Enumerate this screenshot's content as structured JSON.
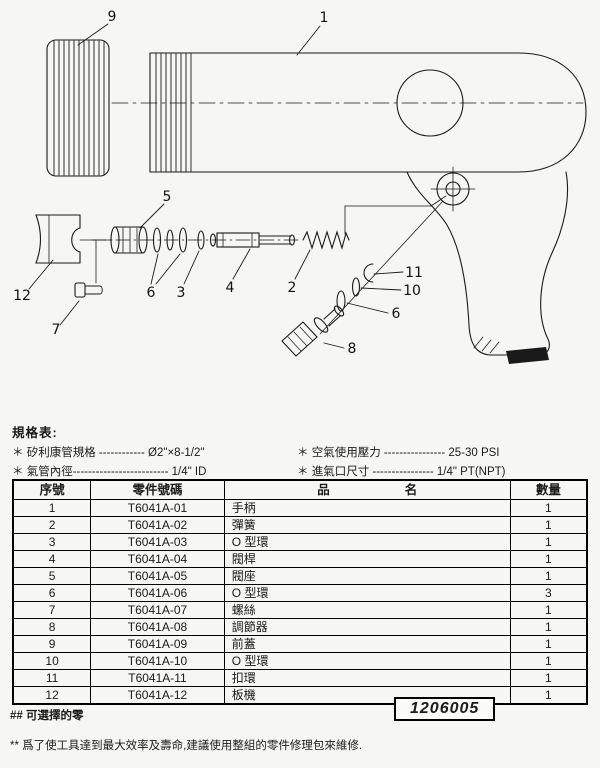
{
  "colors": {
    "ink": "#1a1a1a",
    "paper": "#f6f6f3"
  },
  "diagram": {
    "callouts": [
      "9",
      "1",
      "5",
      "6",
      "3",
      "4",
      "2",
      "11",
      "10",
      "6",
      "8",
      "12",
      "7"
    ]
  },
  "spec": {
    "heading": "規格表:",
    "lines": [
      "＊ 矽利康管規格 ------------ Ø2\"×8-1/2\"",
      "＊ 空氣使用壓力 ---------------- 25-30 PSI",
      "＊ 氣管內徑------------------------- 1/4\" ID",
      "＊ 進氣口尺寸 ---------------- 1/4\" PT(NPT)"
    ]
  },
  "table": {
    "headers": [
      "序號",
      "零件號碼",
      "品　　　　　　名",
      "數量"
    ],
    "rows": [
      {
        "no": "1",
        "code": "T6041A-01",
        "name": "手柄",
        "qty": "1"
      },
      {
        "no": "2",
        "code": "T6041A-02",
        "name": "彈簧",
        "qty": "1"
      },
      {
        "no": "3",
        "code": "T6041A-03",
        "name": "O 型環",
        "qty": "1"
      },
      {
        "no": "4",
        "code": "T6041A-04",
        "name": "閥桿",
        "qty": "1"
      },
      {
        "no": "5",
        "code": "T6041A-05",
        "name": "閥座",
        "qty": "1"
      },
      {
        "no": "6",
        "code": "T6041A-06",
        "name": "O 型環",
        "qty": "3"
      },
      {
        "no": "7",
        "code": "T6041A-07",
        "name": "螺絲",
        "qty": "1"
      },
      {
        "no": "8",
        "code": "T6041A-08",
        "name": "調節器",
        "qty": "1"
      },
      {
        "no": "9",
        "code": "T6041A-09",
        "name": "前蓋",
        "qty": "1"
      },
      {
        "no": "10",
        "code": "T6041A-10",
        "name": "O 型環",
        "qty": "1"
      },
      {
        "no": "11",
        "code": "T6041A-11",
        "name": "扣環",
        "qty": "1"
      },
      {
        "no": "12",
        "code": "T6041A-12",
        "name": "板機",
        "qty": "1"
      }
    ]
  },
  "footer": {
    "note1": "## 可選擇的零",
    "code": "1206005",
    "note2": "** 爲了使工具達到最大效率及壽命,建議使用整組的零件修理包來維修."
  }
}
